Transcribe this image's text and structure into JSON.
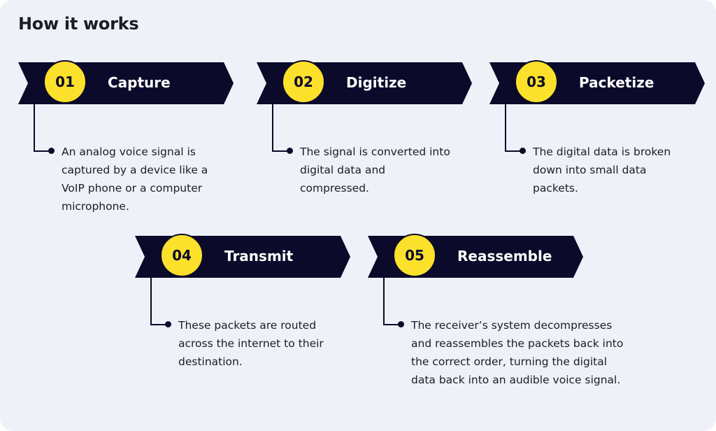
{
  "title": "How it works",
  "colors": {
    "banner": "#0b0a2a",
    "badge": "#fbe12b",
    "background": "#eef1f8"
  },
  "steps": [
    {
      "number": "01",
      "label": "Capture",
      "description": "An analog voice signal is captured by a device like a VoIP phone or a computer microphone."
    },
    {
      "number": "02",
      "label": "Digitize",
      "description": "The signal is converted into digital data and compressed."
    },
    {
      "number": "03",
      "label": "Packetize",
      "description": "The digital data is broken down into small data packets."
    },
    {
      "number": "04",
      "label": "Transmit",
      "description": "These packets are routed across the internet to their destination."
    },
    {
      "number": "05",
      "label": "Reassemble",
      "description": "The receiver’s system decompresses and reassembles the packets back into the correct order, turning the digital data back into an audible voice signal."
    }
  ]
}
